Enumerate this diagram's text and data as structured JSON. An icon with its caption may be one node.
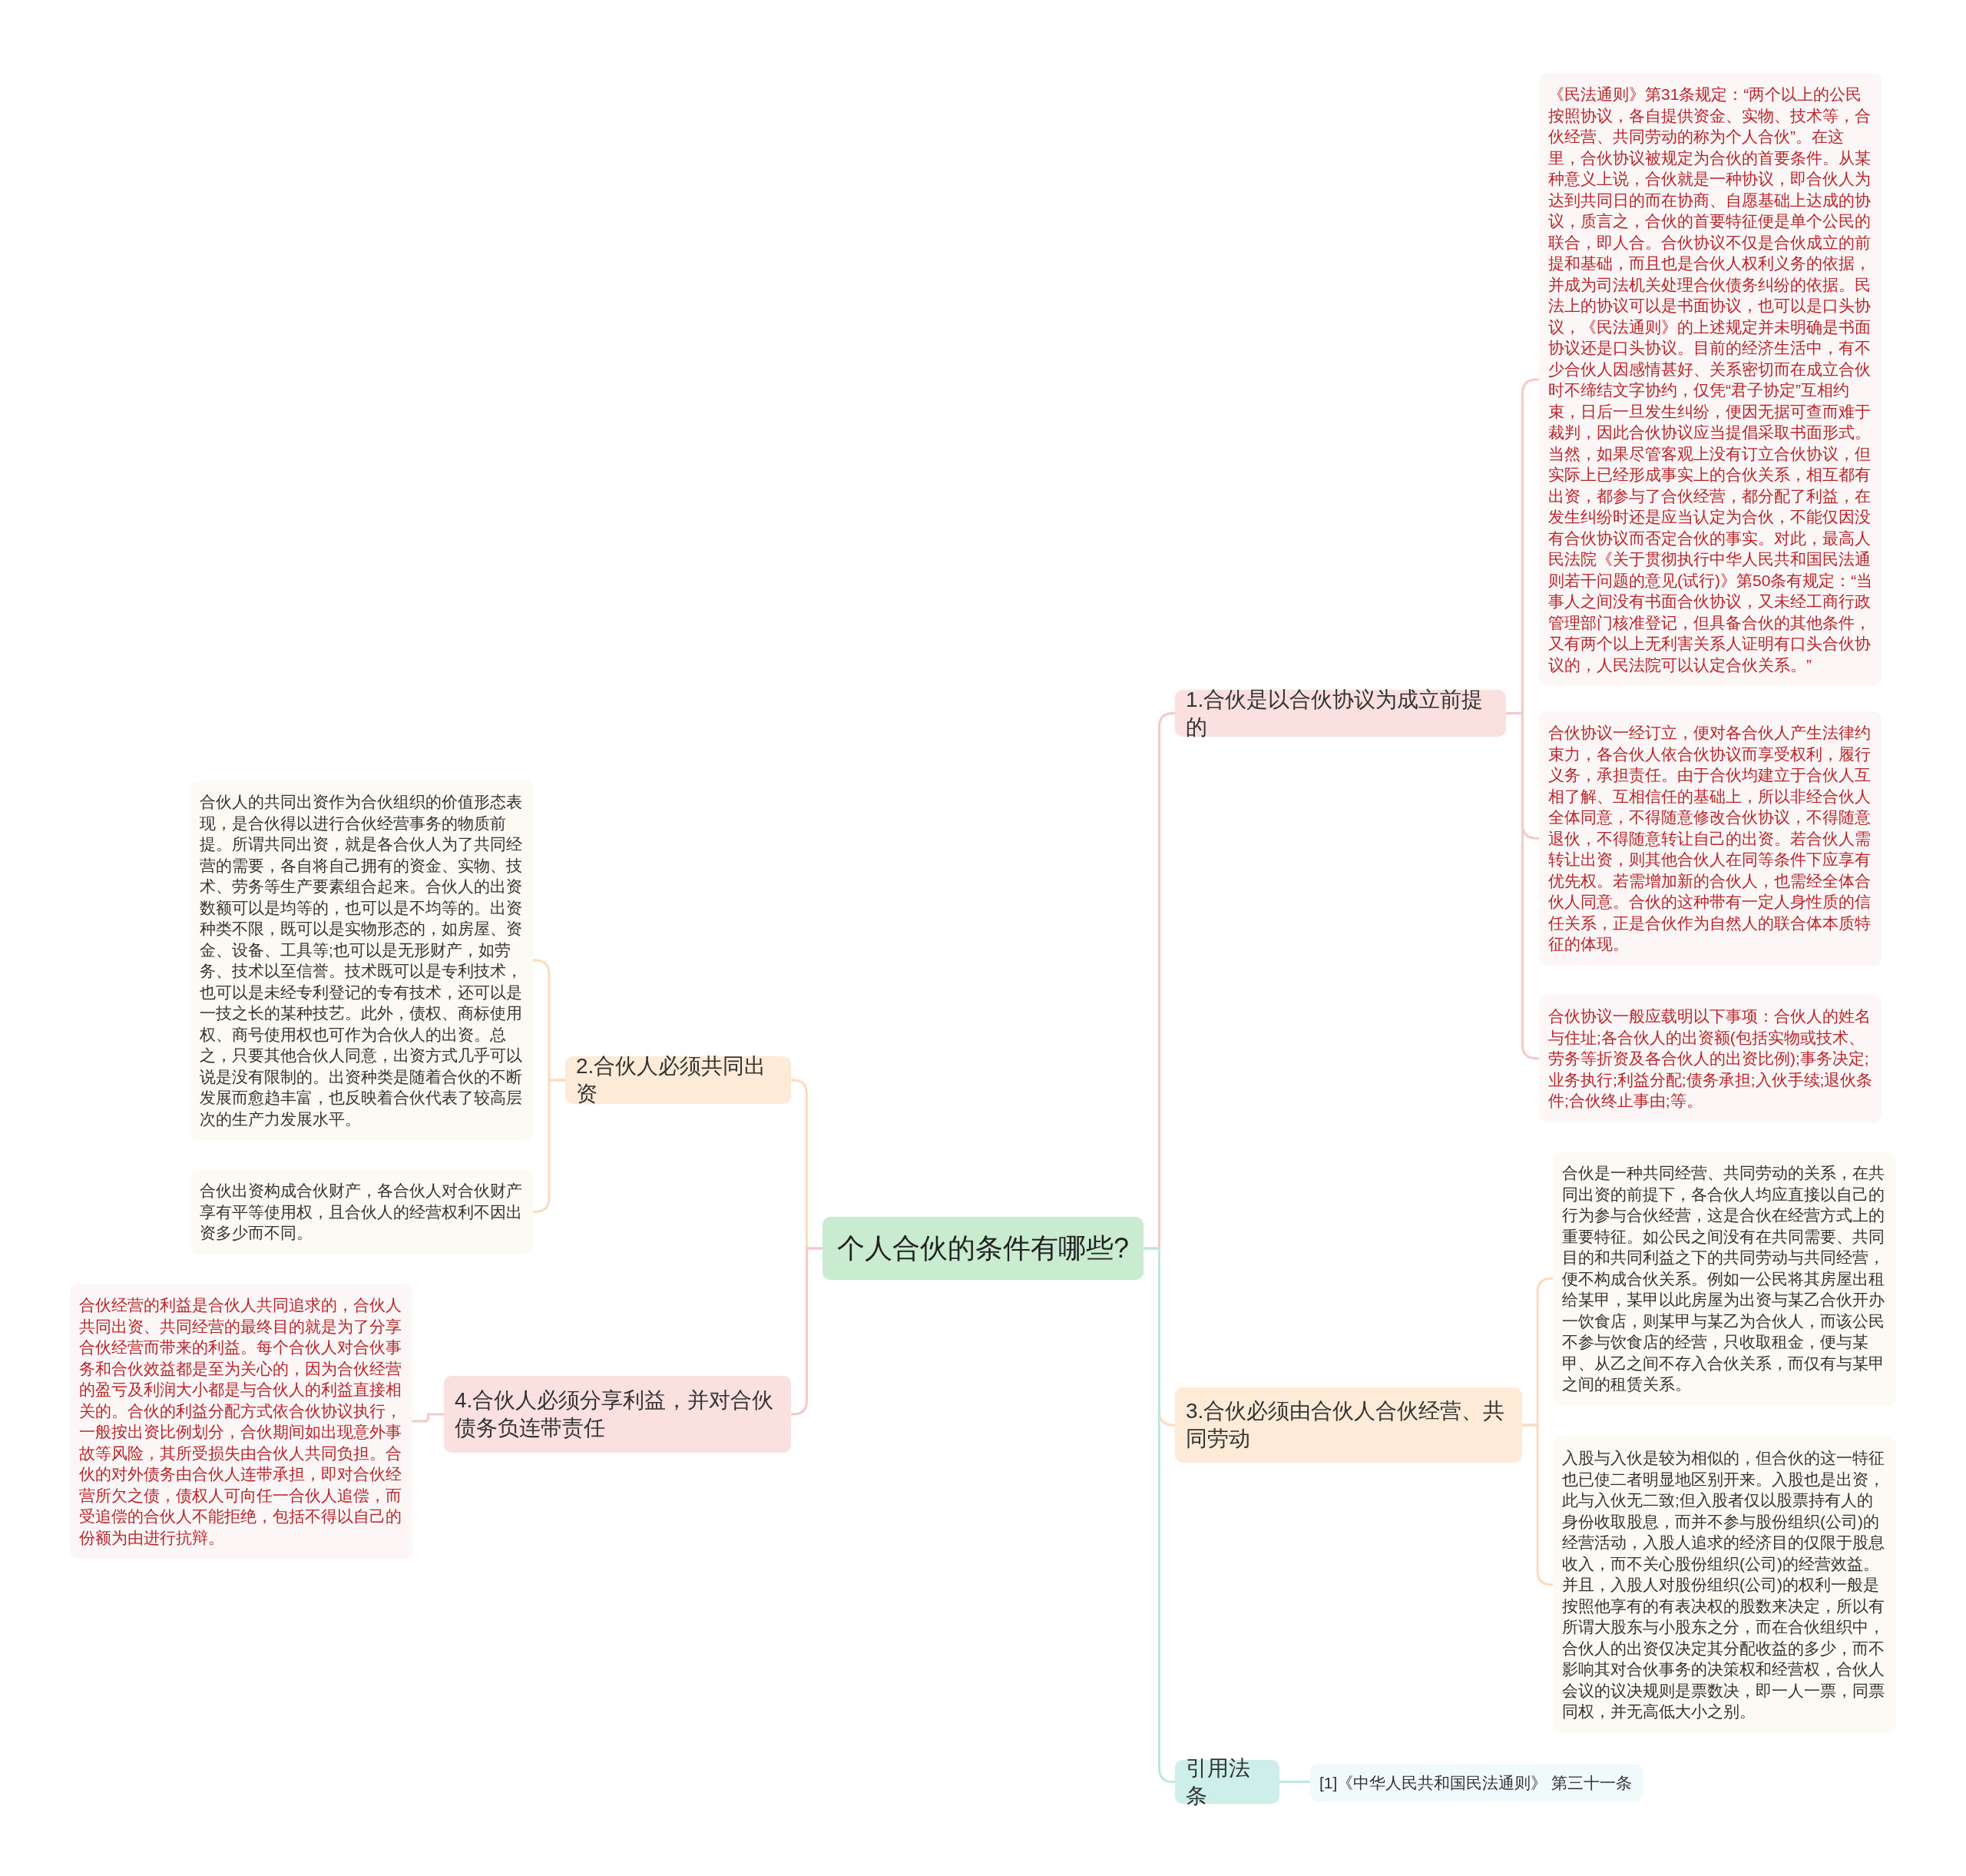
{
  "diagram": {
    "nodes": [
      {
        "text": [
          "个人合伙的条件有哪些?"
        ]
      },
      {
        "text": [
          "1.合伙是以合伙协议为成立前提的"
        ]
      },
      {
        "text": [
          "《民法通则》第31条规定：“两个以上的公民按照协议，各自提供资金、实物、技术等，合伙经营、共同劳动的称为个人合伙”。在这里，合伙协议被规定为合伙的首要条件。从某种意义上说，合伙就是一种协议，即合伙人为达到共同日的而在协商、自愿基础上达成的协议，质言之，合伙的首要特征便是单个公民的联合，即人合。合伙协议不仅是合伙成立的前提和基础，而且也是合伙人权利义务的依据，并成为司法机关处理合伙债务纠纷的依据。民法上的协议可以是书面协议，也可以是口头协议，《民法通则》的上述规定并未明确是书面协议还是口头协议。目前的经济生活中，有不少合伙人因感情甚好、关系密切而在成立合伙时不缔结文字协约，仅凭“君子协定”互相约束，日后一旦发生纠纷，便因无据可查而难于裁判，因此合伙协议应当提倡采取书面形式。当然，如果尽管客观上没有订立合伙协议，但实际上已经形成事实上的合伙关系，相互都有出资，都参与了合伙经营，都分配了利益，在发生纠纷时还是应当认定为合伙，不能仅因没有合伙协议而否定合伙的事实。对此，最高人民法院《关于贯彻执行中华人民共和国民法通则若干问题的意见(试行)》第50条有规定：“当事人之间没有书面合伙协议，又未经工商行政管理部门核准登记，但具备合伙的其他条件，又有两个以上无利害关系人证明有口头合伙协议的，人民法院可以认定合伙关系。”"
        ]
      },
      {
        "text": [
          "合伙协议一经订立，便对各合伙人产生法律约束力，各合伙人依合伙协议而享受权利，履行义务，承担责任。由于合伙均建立于合伙人互相了解、互相信任的基础上，所以非经合伙人全体同意，不得随意修改合伙协议，不得随意退伙，不得随意转让自己的出资。若合伙人需转让出资，则其他合伙人在同等条件下应享有优先权。若需增加新的合伙人，也需经全体合伙人同意。合伙的这种带有一定人身性质的信任关系，正是合伙作为自然人的联合体本质特征的体现。"
        ]
      },
      {
        "text": [
          "合伙协议一般应载明以下事项：合伙人的姓名与住址;各合伙人的出资额(包括实物或技术、劳务等折资及各合伙人的出资比例);事务决定;业务执行;利益分配;债务承担;入伙手续;退伙条件;合伙终止事由;等。"
        ]
      },
      {
        "text": [
          "2.合伙人必须共同出资"
        ]
      },
      {
        "text": [
          "合伙人的共同出资作为合伙组织的价值形态表现，是合伙得以进行合伙经营事务的物质前提。所谓共同出资，就是各合伙人为了共同经营的需要，各自将自己拥有的资金、实物、技术、劳务等生产要素组合起来。合伙人的出资数额可以是均等的，也可以是不均等的。出资种类不限，既可以是实物形态的，如房屋、资金、设备、工具等;也可以是无形财产，如劳务、技术以至信誉。技术既可以是专利技术，也可以是未经专利登记的专有技术，还可以是一技之长的某种技艺。此外，债权、商标使用权、商号使用权也可作为合伙人的出资。总之，只要其他合伙人同意，出资方式几乎可以说是没有限制的。出资种类是随着合伙的不断发展而愈趋丰富，也反映着合伙代表了较高层次的生产力发展水平。"
        ]
      },
      {
        "text": [
          "合伙出资构成合伙财产，各合伙人对合伙财产享有平等使用权，且合伙人的经营权利不因出资多少而不同。"
        ]
      },
      {
        "text": [
          "3.合伙必须由合伙人合伙经营、共同劳动"
        ]
      },
      {
        "text": [
          "合伙是一种共同经营、共同劳动的关系，在共同出资的前提下，各合伙人均应直接以自己的行为参与合伙经营，这是合伙在经营方式上的重要特征。如公民之间没有在共同需要、共同目的和共同利益之下的共同劳动与共同经营，便不构成合伙关系。例如一公民将其房屋出租给某甲，某甲以此房屋为出资与某乙合伙开办一饮食店，则某甲与某乙为合伙人，而该公民不参与饮食店的经营，只收取租金，便与某甲、从乙之间不存入合伙关系，而仅有与某甲之间的租赁关系。"
        ]
      },
      {
        "text": [
          "入股与入伙是较为相似的，但合伙的这一特征也已使二者明显地区别开来。入股也是出资，此与入伙无二致;但入股者仅以股票持有人的身份收取股息，而并不参与股份组织(公司)的经营活动，入股人追求的经济目的仅限于股息收入，而不关心股份组织(公司)的经营效益。并且，入股人对股份组织(公司)的权利一般是按照他享有的有表决权的股数来决定，所以有所谓大股东与小股东之分，而在合伙组织中，合伙人的出资仅决定其分配收益的多少，而不影响其对合伙事务的决策权和经营权，合伙人会议的议决规则是票数决，即一人一票，同票同权，并无高低大小之别。"
        ]
      },
      {
        "text": [
          "4.合伙人必须分享利益，并对合伙债务负连带责任"
        ]
      },
      {
        "text": [
          "合伙经营的利益是合伙人共同追求的，合伙人共同出资、共同经营的最终目的就是为了分享合伙经营而带来的利益。每个合伙人对合伙事务和合伙效益都是至为关心的，因为合伙经营的盈亏及利润大小都是与合伙人的利益直接相关的。合伙的利益分配方式依合伙协议执行，一般按出资比例划分，合伙期间如出现意外事故等风险，其所受损失由合伙人共同负担。合伙的对外债务由合伙人连带承担，即对合伙经营所欠之债，债权人可向任一合伙人追偿，而受追偿的合伙人不能拒绝，包括不得以自己的份额为由进行抗辩。"
        ]
      },
      {
        "text": [
          "引用法条"
        ]
      },
      {
        "text": [
          "[1]《中华人民共和国民法通则》 第三十一条"
        ]
      }
    ],
    "edges": [
      {
        "from": 0,
        "to": 1,
        "arrow": "none",
        "color": "#f6c9c9"
      },
      {
        "from": 1,
        "to": 2,
        "arrow": "none",
        "color": "#f6c9c9"
      },
      {
        "from": 1,
        "to": 3,
        "arrow": "none",
        "color": "#f6c9c9"
      },
      {
        "from": 1,
        "to": 4,
        "arrow": "none",
        "color": "#f6c9c9"
      },
      {
        "from": 0,
        "to": 5,
        "arrow": "none",
        "color": "#fbdcbe"
      },
      {
        "from": 5,
        "to": 6,
        "arrow": "none",
        "color": "#fbdcbe"
      },
      {
        "from": 5,
        "to": 7,
        "arrow": "none",
        "color": "#fbdcbe"
      },
      {
        "from": 0,
        "to": 8,
        "arrow": "none",
        "color": "#fbdcbe"
      },
      {
        "from": 8,
        "to": 9,
        "arrow": "none",
        "color": "#fbdcbe"
      },
      {
        "from": 8,
        "to": 10,
        "arrow": "none",
        "color": "#fbdcbe"
      },
      {
        "from": 0,
        "to": 11,
        "arrow": "none",
        "color": "#f6c9c9"
      },
      {
        "from": 11,
        "to": 12,
        "arrow": "none",
        "color": "#f6c9c9"
      },
      {
        "from": 0,
        "to": 13,
        "arrow": "none",
        "color": "#bfe6e0"
      },
      {
        "from": 13,
        "to": 14,
        "arrow": "none",
        "color": "#bfe6e0"
      }
    ]
  }
}
